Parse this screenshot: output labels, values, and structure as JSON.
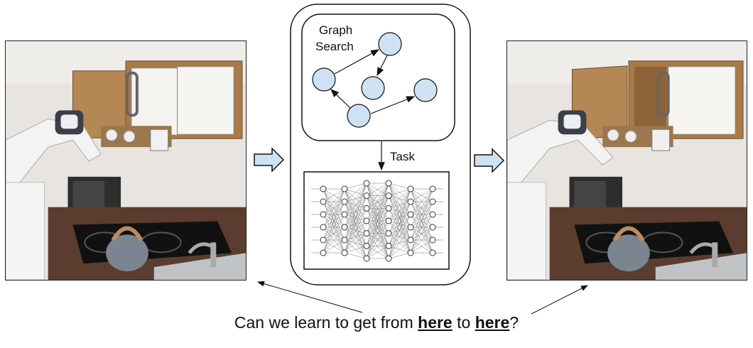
{
  "graph_search": {
    "label_line1": "Graph",
    "label_line2": "Search"
  },
  "task_label": "Task",
  "caption": {
    "part1": "Can we learn to get from ",
    "here1": "here",
    "part2": " to ",
    "here2": "here",
    "part3": "?"
  },
  "colors": {
    "node_fill": "#cfe2f3",
    "stroke": "#111111",
    "arrow_fill": "#cfe2f3",
    "wood": "#b8895a",
    "wall": "#e9e6e2"
  },
  "images": {
    "left": "robot-kitchen-cabinet-closed-photo",
    "right": "robot-kitchen-cabinet-open-photo"
  }
}
